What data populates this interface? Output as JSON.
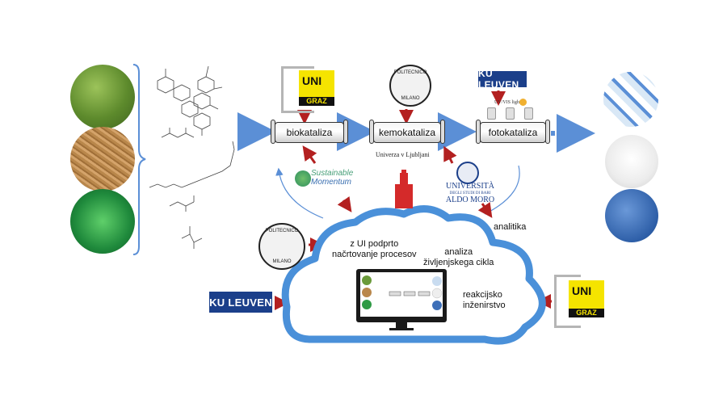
{
  "processes": {
    "bio": "biokataliza",
    "chemo": "kemokataliza",
    "photo": "fotokataliza"
  },
  "logos": {
    "uni_graz_line1": "UNI",
    "uni_graz_line2": "GRAZ",
    "ku_leuven": "KU LEUVEN",
    "polimi_top": "POLITECNICO",
    "polimi_bottom": "MILANO",
    "sustainable_line1": "Sustainable",
    "sustainable_line2": "Momentum",
    "univ_lj": "Univerza v Ljubljani",
    "bari_line1": "UNIVERSITÀ",
    "bari_line2": "DEGLI STUDI DI BARI",
    "bari_line3": "ALDO MORO",
    "uv_label": "UV/VIS light"
  },
  "labels": {
    "analitika": "analitika",
    "ai_line1": "z UI podprto",
    "ai_line2": "načrtovanje procesov",
    "lca_line1": "analiza",
    "lca_line2": "življenjskega cikla",
    "re_line1": "reakcijsko",
    "re_line2": "inženirstvo"
  },
  "colors": {
    "blue_arrow": "#5b8fd6",
    "red_arrow": "#b32020",
    "cloud": "#4a90d9",
    "ku_leuven": "#1b3f8a",
    "uni_graz": "#f5e400"
  }
}
